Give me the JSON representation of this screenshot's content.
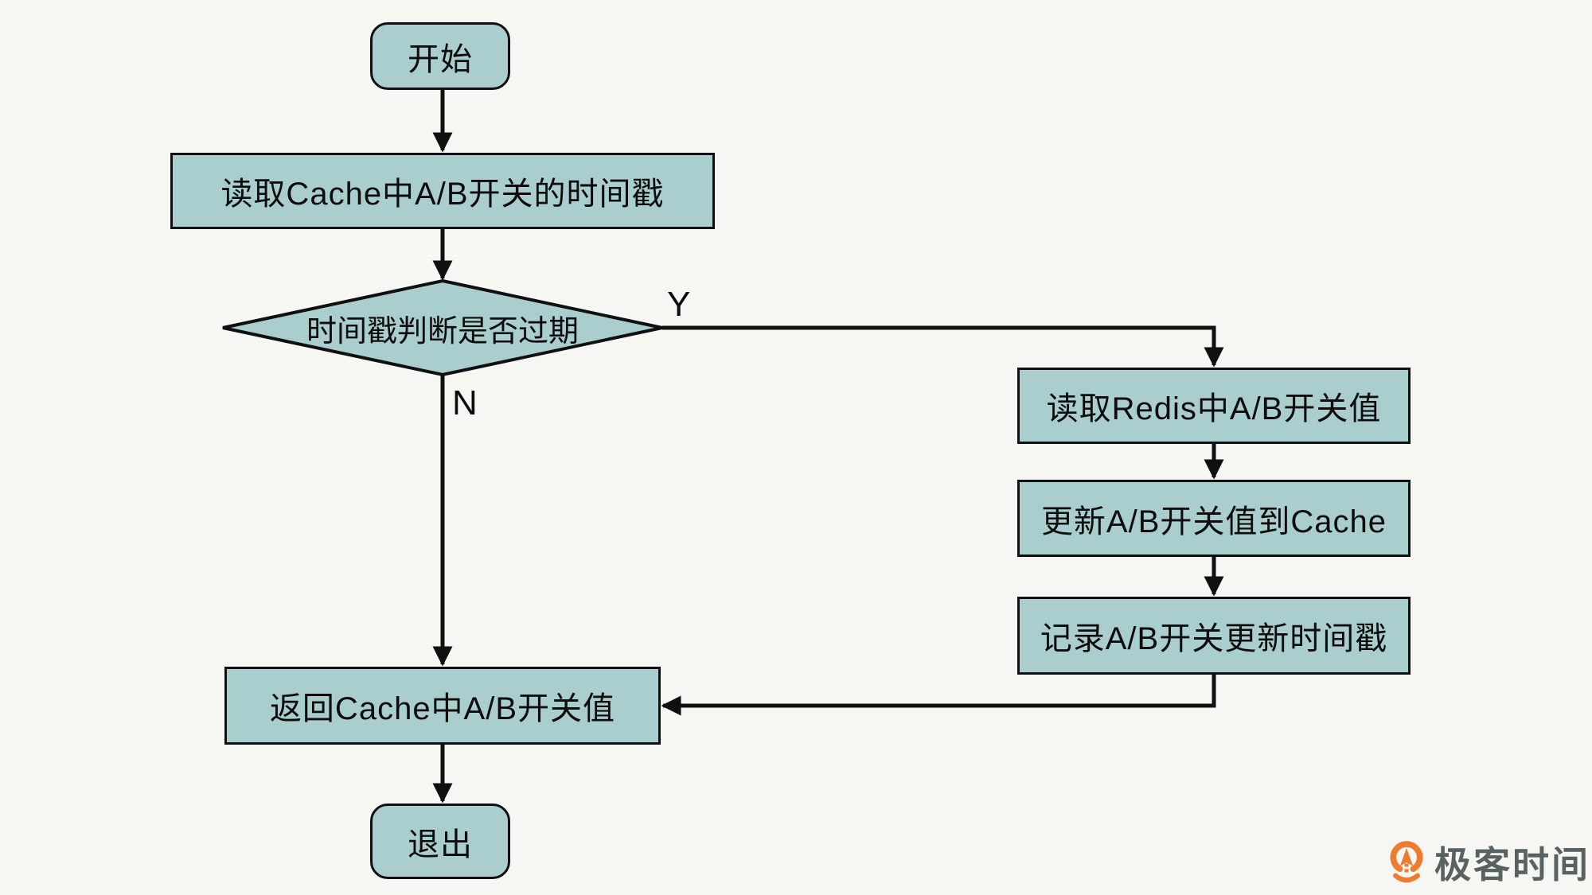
{
  "diagram": {
    "nodes": {
      "start": {
        "label": "开始",
        "type": "terminator"
      },
      "read_cache": {
        "label": "读取Cache中A/B开关的时间戳",
        "type": "process"
      },
      "decision": {
        "label": "时间戳判断是否过期",
        "type": "decision"
      },
      "read_redis": {
        "label": "读取Redis中A/B开关值",
        "type": "process"
      },
      "update_cache": {
        "label": "更新A/B开关值到Cache",
        "type": "process"
      },
      "record_ts": {
        "label": "记录A/B开关更新时间戳",
        "type": "process"
      },
      "return_cache": {
        "label": "返回Cache中A/B开关值",
        "type": "process"
      },
      "exit": {
        "label": "退出",
        "type": "terminator"
      }
    },
    "branch_labels": {
      "yes": "Y",
      "no": "N"
    },
    "colors": {
      "node_fill": "#aacdcd",
      "node_border": "#101010",
      "connector": "#101010",
      "background": "#f6f7f3",
      "brand_orange": "#ee7c30",
      "brand_text": "#586262"
    }
  },
  "footer": {
    "brand": "极客时间"
  }
}
